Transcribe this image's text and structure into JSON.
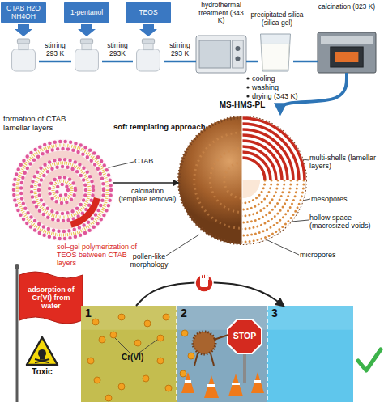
{
  "diagram": {
    "nodes": [
      {
        "text": [
          "CTAB H2O NH4OH"
        ]
      },
      {
        "text": [
          "1-pentanol"
        ]
      },
      {
        "text": [
          "TEOS"
        ]
      },
      {
        "text": [
          "hydrothermal treatment (343 K)"
        ]
      },
      {
        "text": [
          "precipitated silica (silica gel)"
        ]
      },
      {
        "text": [
          "calcination (823 K)"
        ]
      },
      {
        "text": [
          "formation of CTAB lamellar layers"
        ]
      },
      {
        "text": [
          "MS-HMS-PL"
        ]
      },
      {
        "text": [
          "adsorption of Cr(VI) from water"
        ]
      },
      {
        "text": [
          "Toxic"
        ]
      },
      {
        "text": [
          "1"
        ]
      },
      {
        "text": [
          "2"
        ]
      },
      {
        "text": [
          "3"
        ]
      },
      {
        "text": [
          "STOP"
        ],
        "in": 11
      }
    ],
    "edges": [
      {
        "from": 0,
        "to": 1,
        "label": "stirring 293 K",
        "arrow": "none"
      },
      {
        "from": 1,
        "to": 2,
        "label": "stirring 293K",
        "arrow": "none"
      },
      {
        "from": 2,
        "to": 3,
        "label": "stirring 293 K",
        "arrow": "none"
      },
      {
        "from": 3,
        "to": 4,
        "arrow": "none"
      },
      {
        "from": 4,
        "to": 5,
        "arrow": "none"
      },
      {
        "from": 5,
        "to": 7,
        "arrow": "to"
      },
      {
        "from": 6,
        "to": 7,
        "label": "calcination (template removal)",
        "arrow": "to"
      },
      {
        "from": 10,
        "to": 12,
        "arrow": "to"
      }
    ],
    "labels": [
      "cooling",
      "washing",
      "drying (343 K)",
      "soft templating approach",
      "CTAB",
      "sol–gel polymerization of TEOS between CTAB layers",
      "multi-shells (lamellar layers)",
      "mesopores",
      "hollow space (macrosized voids)",
      "micropores",
      "pollen-like morphology",
      "Cr(VI)"
    ]
  }
}
